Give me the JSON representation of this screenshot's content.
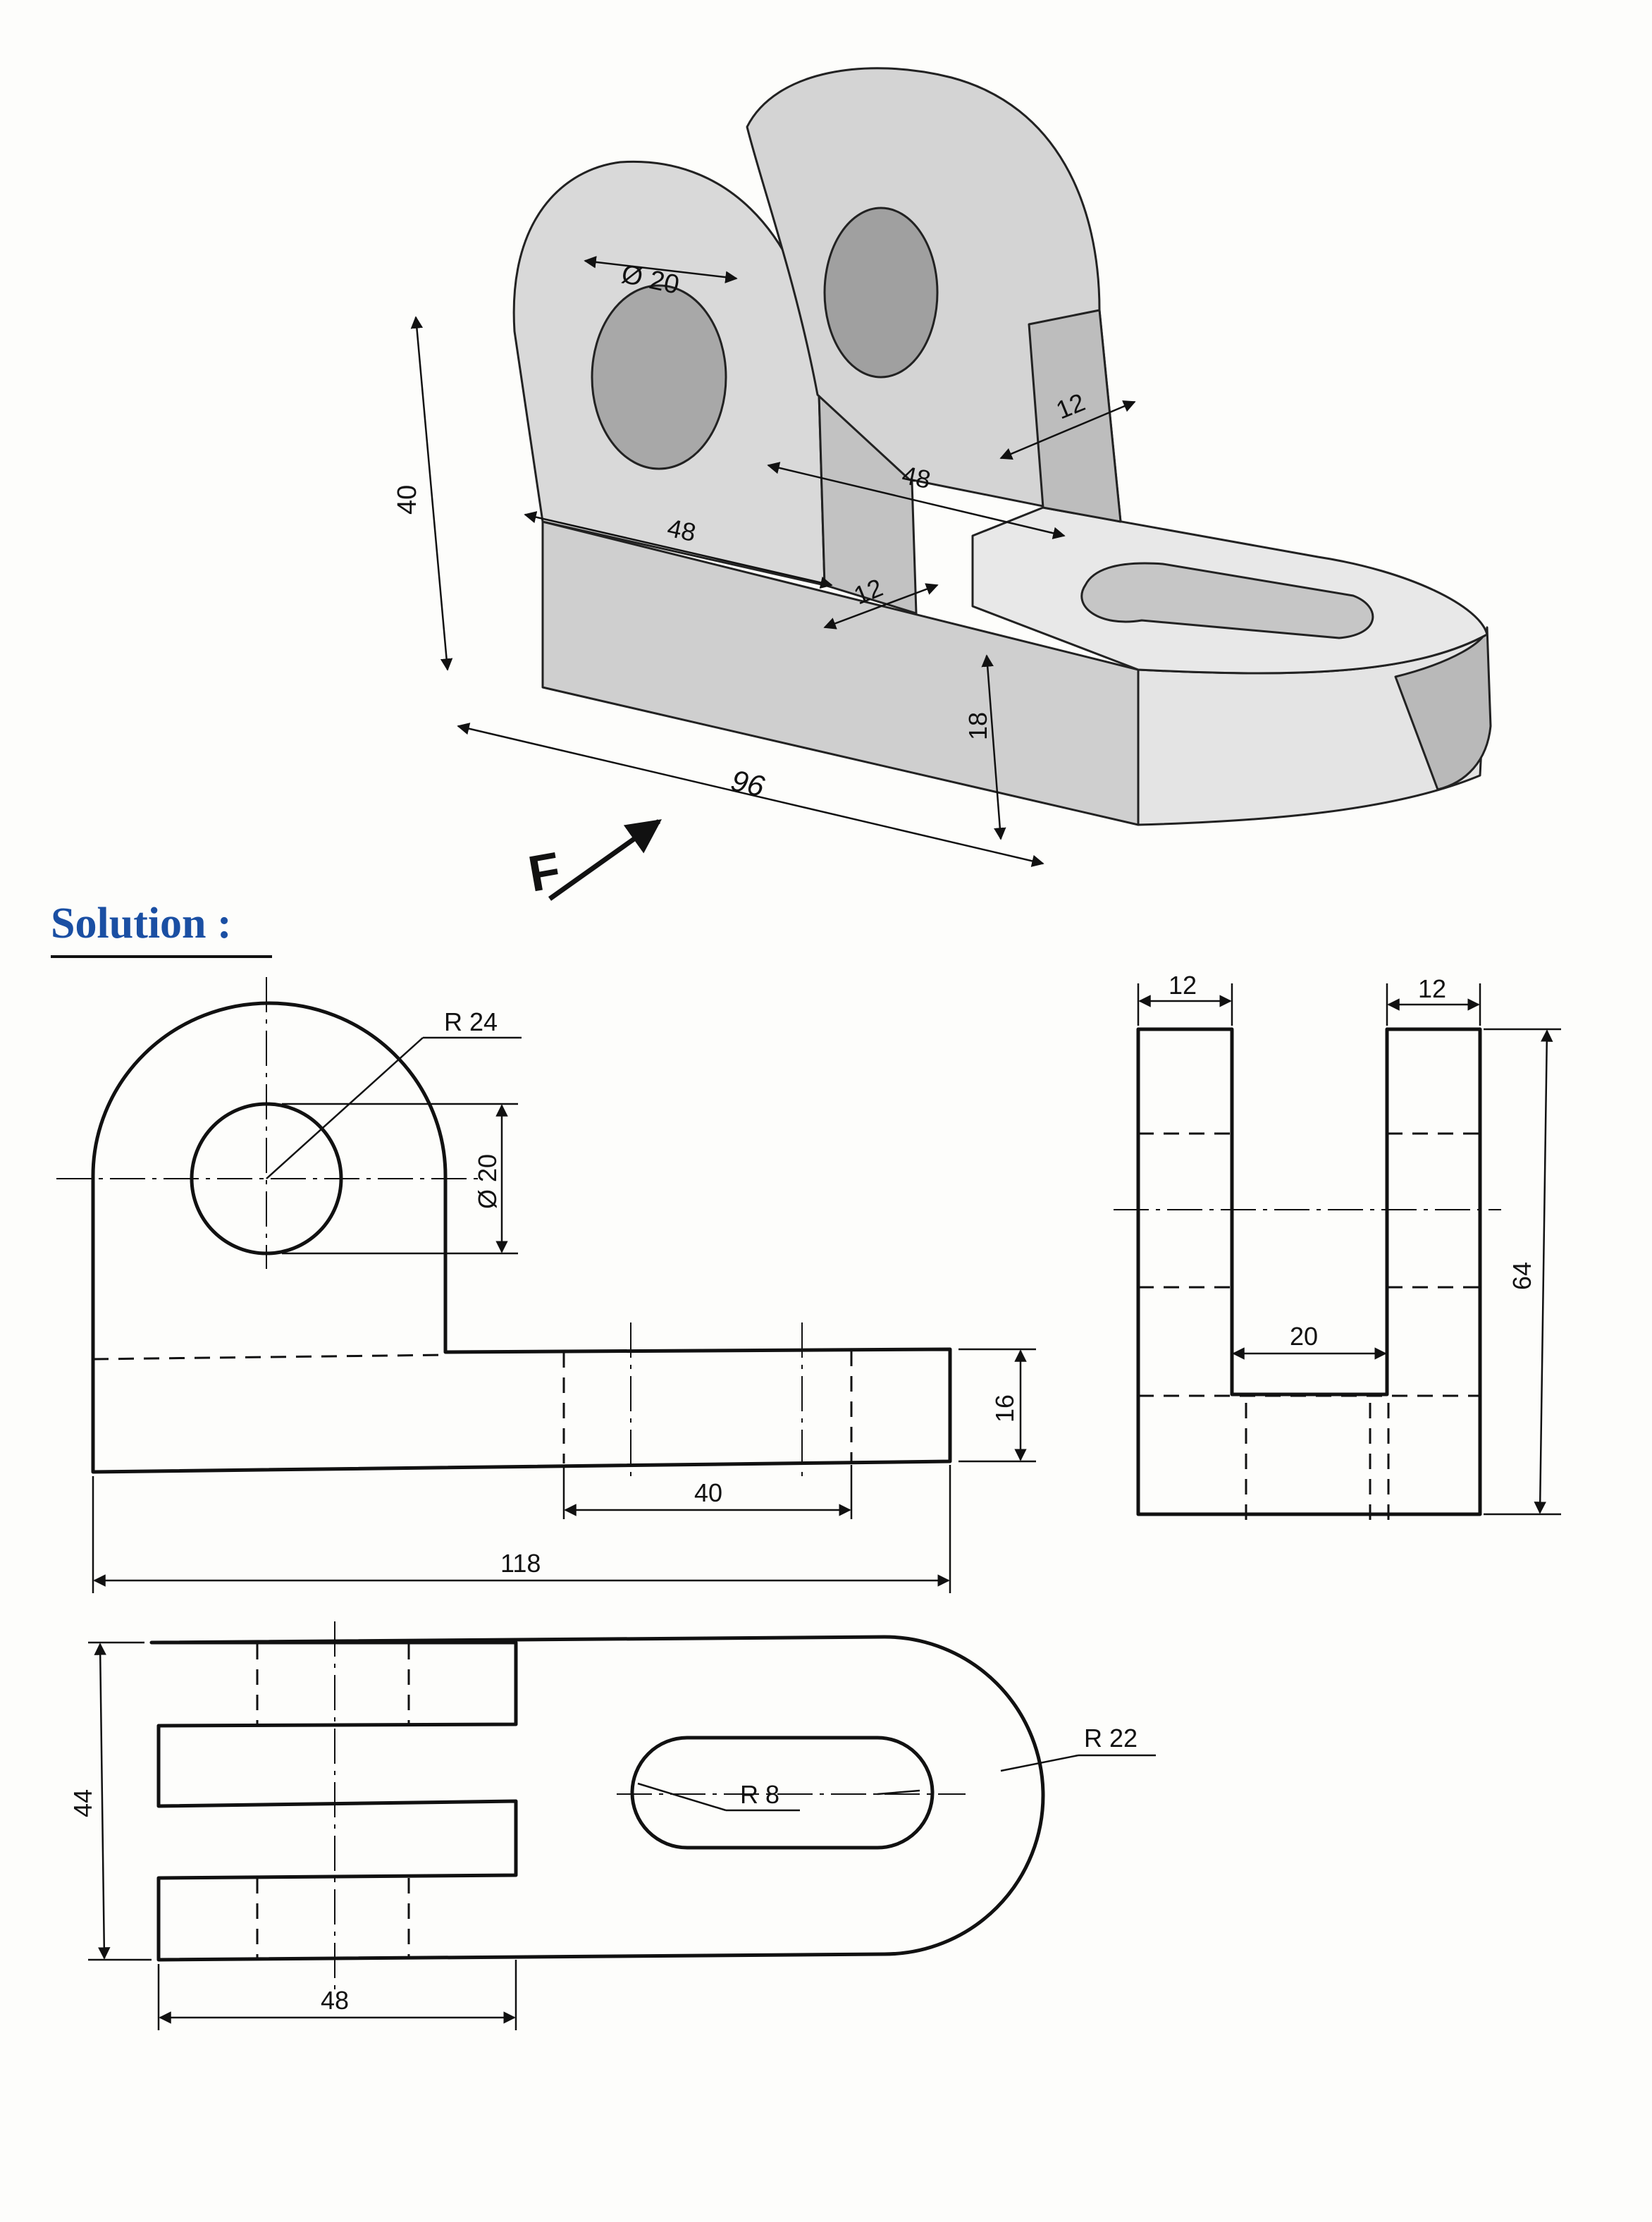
{
  "isometric": {
    "dims": {
      "dia": "Ø 20",
      "height": "40",
      "depth_left": "48",
      "depth_mid": "48",
      "wall_right": "12",
      "wall_left": "12",
      "base_height": "18",
      "length": "96"
    },
    "view_arrow": "F"
  },
  "solution_label": "Solution :",
  "front_view": {
    "radius": "R 24",
    "hole_dia": "Ø 20",
    "thickness": "16",
    "slot_length": "40",
    "overall_length": "118"
  },
  "side_view": {
    "wall_left": "12",
    "wall_right": "12",
    "gap": "20",
    "height": "64"
  },
  "top_view": {
    "width": "44",
    "length": "48",
    "slot_radius": "R 8",
    "end_radius": "R 22"
  },
  "colors": {
    "ink": "#111111",
    "shade_light": "#e4e4e4",
    "shade_mid": "#cfcfcf",
    "shade_dark": "#b9b9b9",
    "heading": "#1a4fa3"
  }
}
